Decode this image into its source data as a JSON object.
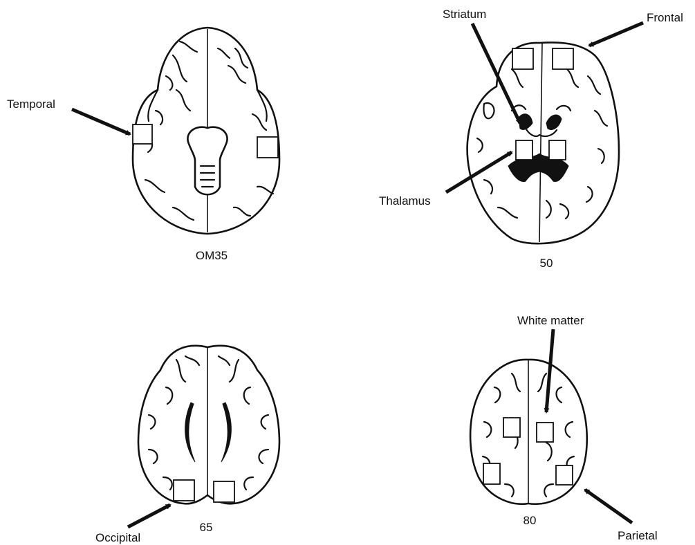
{
  "colors": {
    "ink": "#111111",
    "background": "#ffffff"
  },
  "slices": [
    {
      "id": "om35",
      "caption": "OM35"
    },
    {
      "id": "50",
      "caption": "50"
    },
    {
      "id": "65",
      "caption": "65"
    },
    {
      "id": "80",
      "caption": "80"
    }
  ],
  "regions": {
    "temporal": "Temporal",
    "striatum": "Striatum",
    "frontal": "Frontal",
    "thalamus": "Thalamus",
    "white_matter": "White matter",
    "occipital": "Occipital",
    "parietal": "Parietal"
  }
}
